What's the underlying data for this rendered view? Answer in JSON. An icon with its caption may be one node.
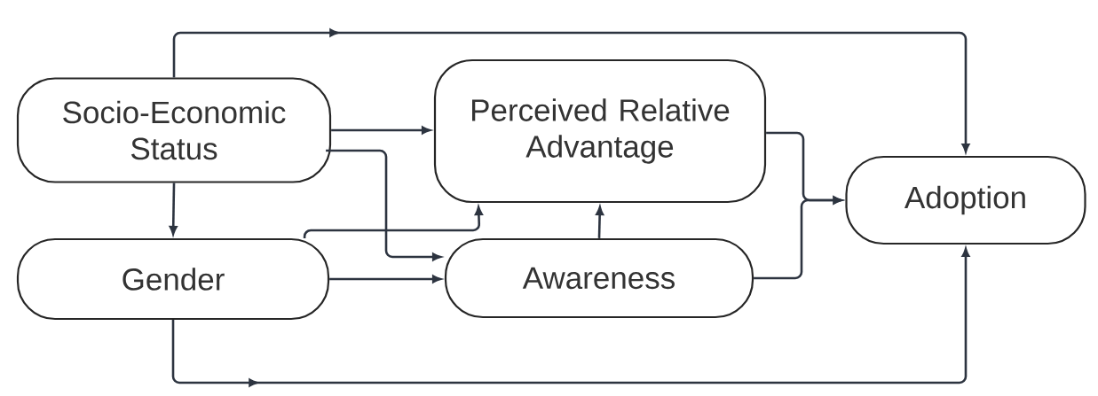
{
  "diagram": {
    "nodes": [
      {
        "text": [
          "Socio-Economic Status"
        ]
      },
      {
        "text": [
          "Perceived Relative Advantage"
        ]
      },
      {
        "text": [
          "Adoption"
        ]
      },
      {
        "text": [
          "Gender"
        ]
      },
      {
        "text": [
          "Awareness"
        ]
      }
    ],
    "edges": [
      {
        "from": 0,
        "to": 2,
        "arrow": "to"
      },
      {
        "from": 0,
        "to": 1,
        "arrow": "to"
      },
      {
        "from": 0,
        "to": 4,
        "arrow": "to"
      },
      {
        "from": 0,
        "to": 3,
        "arrow": "to"
      },
      {
        "from": 3,
        "to": 1,
        "arrow": "to"
      },
      {
        "from": 3,
        "to": 4,
        "arrow": "to"
      },
      {
        "from": 3,
        "to": 2,
        "arrow": "to"
      },
      {
        "from": 4,
        "to": 1,
        "arrow": "to"
      },
      {
        "from": 1,
        "to": 2,
        "arrow": "to"
      },
      {
        "from": 4,
        "to": 2,
        "arrow": "to"
      }
    ]
  }
}
